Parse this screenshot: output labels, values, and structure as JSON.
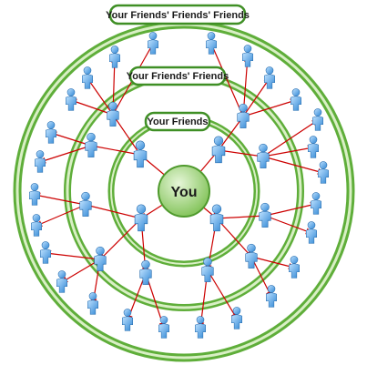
{
  "labels": {
    "outer": "Your Friends' Friends' Friends",
    "middle": "Your Friends' Friends",
    "inner": "Your Friends",
    "center": "You"
  },
  "colors": {
    "ring_green": "#5fae3a",
    "ring_light": "#cfe8b5",
    "center_green": "#9bd27a",
    "link_red": "#cc0000",
    "person_blue": "#4a9fe0"
  },
  "icons": [
    "person-icon"
  ]
}
